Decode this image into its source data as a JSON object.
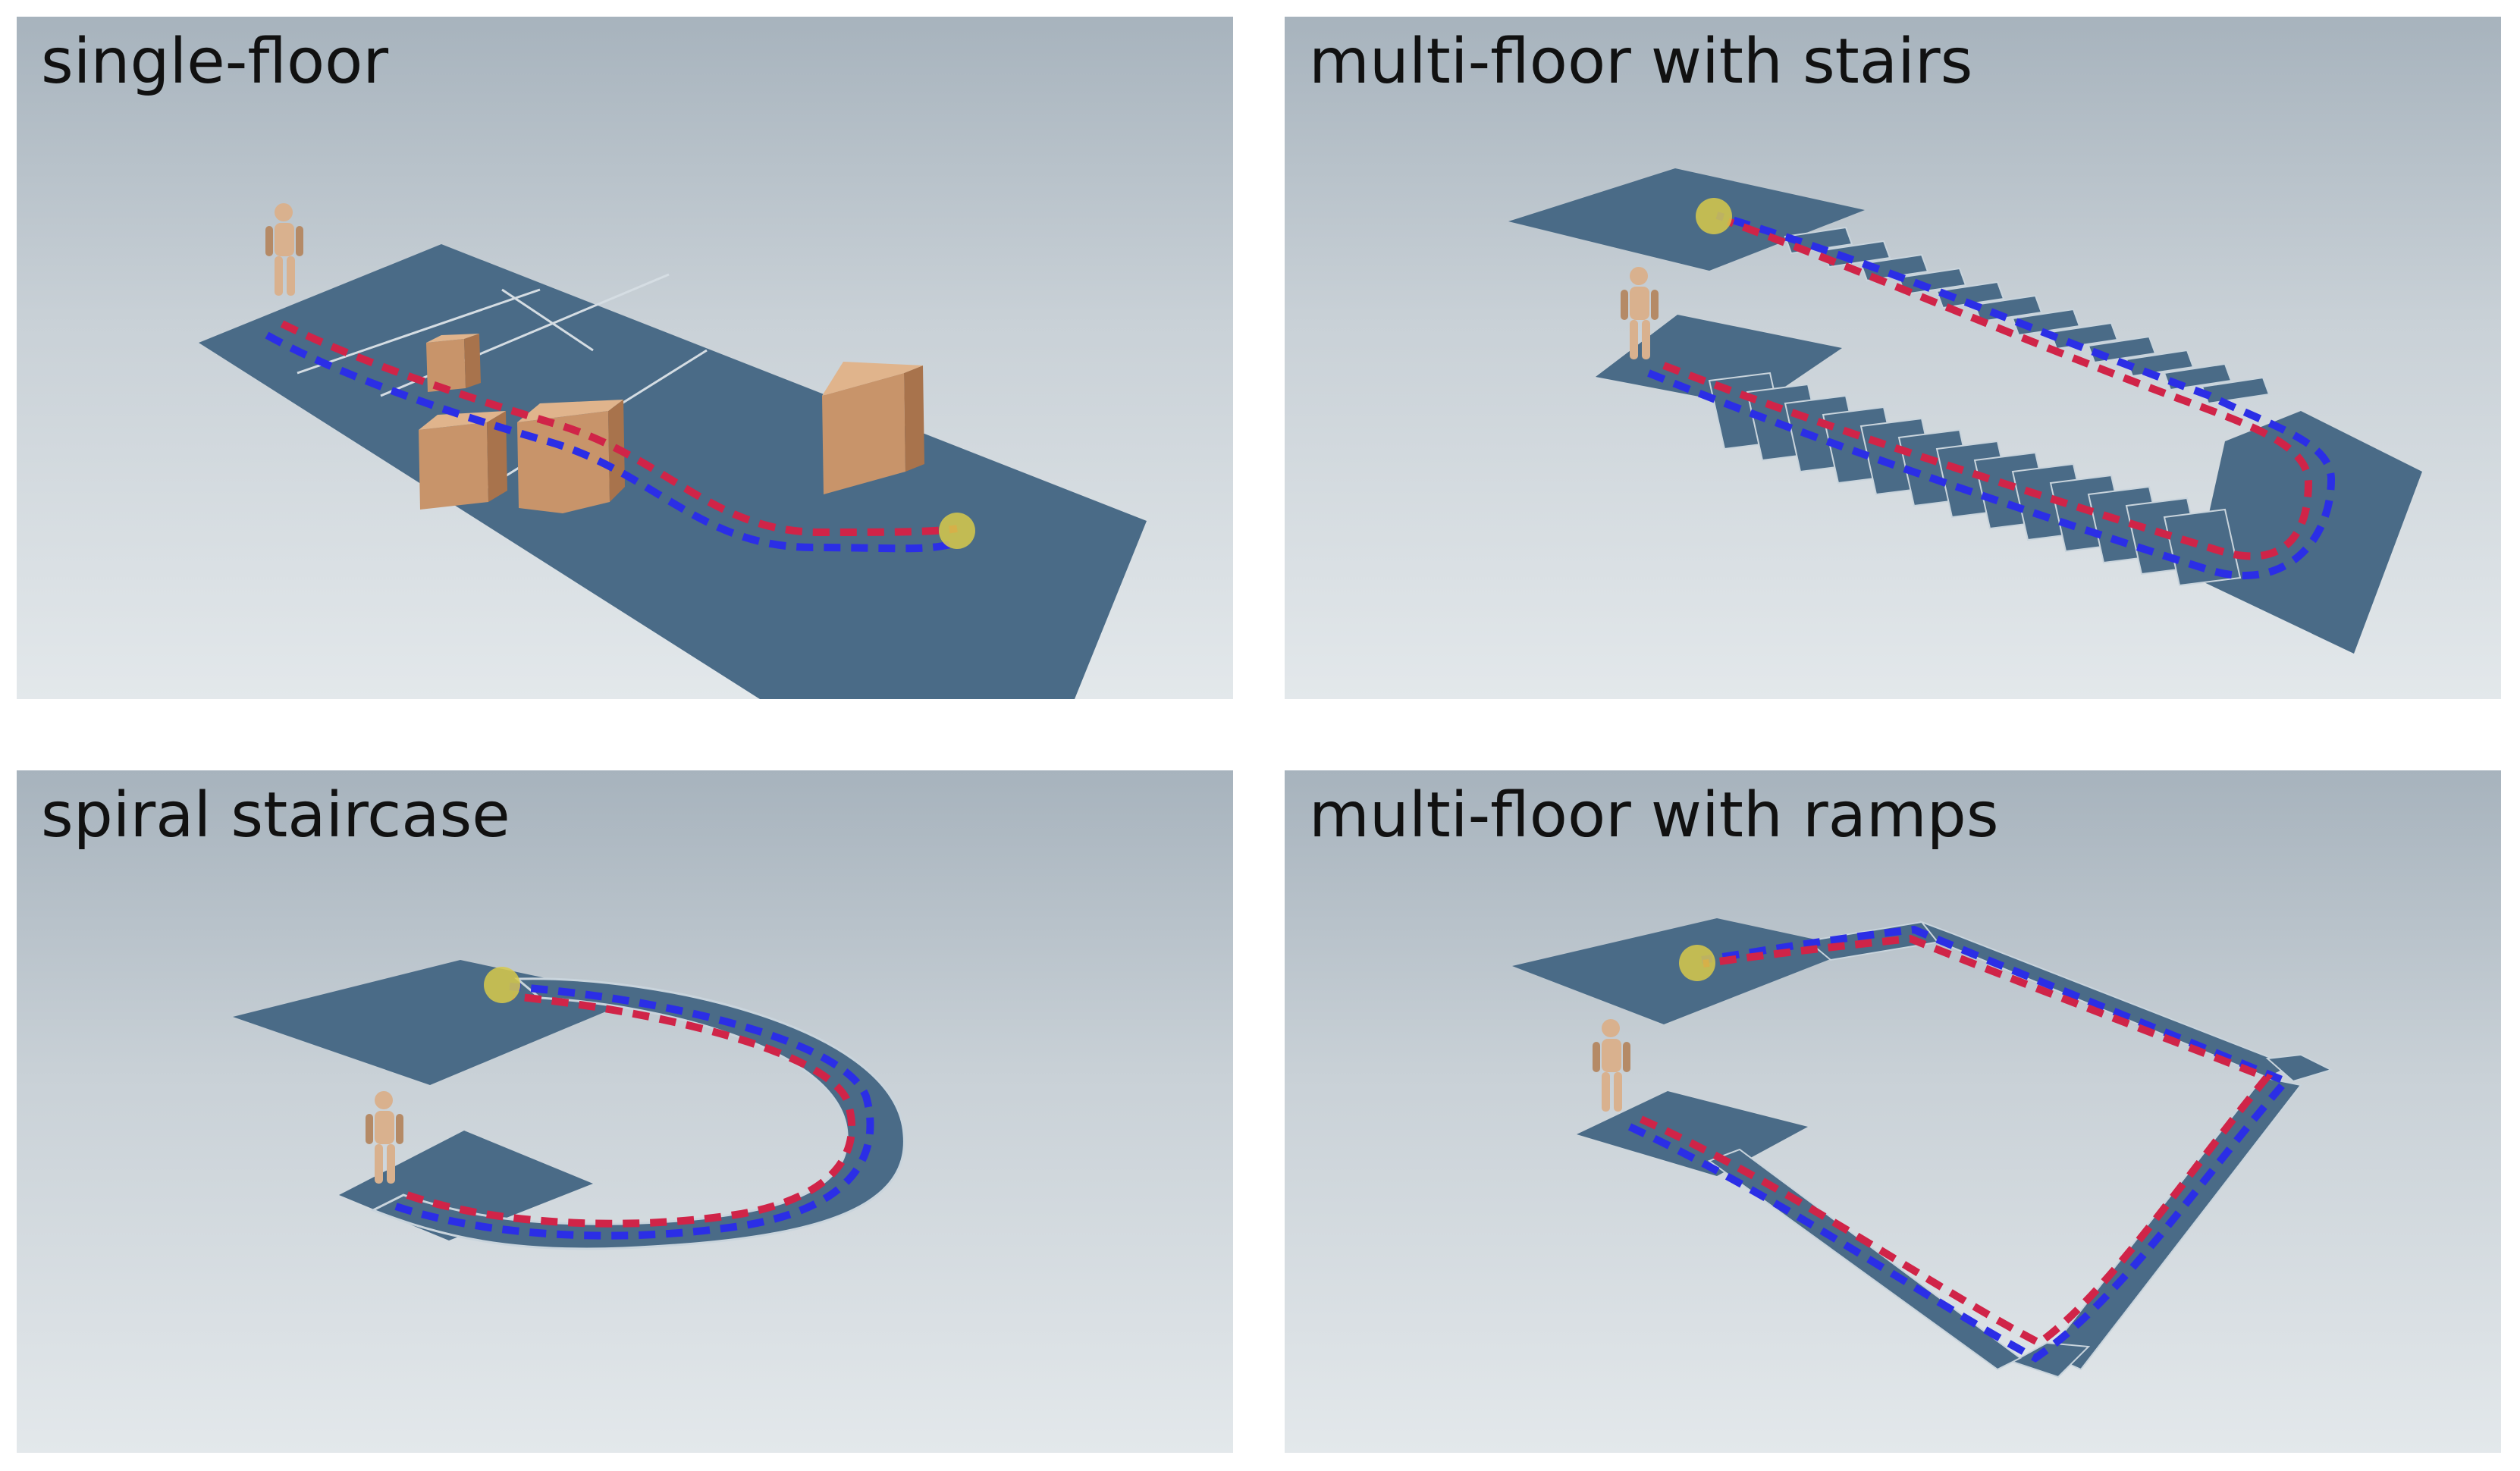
{
  "panels": [
    {
      "id": "p1",
      "title": "single-floor"
    },
    {
      "id": "p2",
      "title": "multi-floor with stairs"
    },
    {
      "id": "p3",
      "title": "spiral staircase"
    },
    {
      "id": "p4",
      "title": "multi-floor with ramps"
    }
  ],
  "colors": {
    "floor": "#4a6b87",
    "left_footstep": "#2b2ee6",
    "right_footstep": "#d02448",
    "goal_marker": "#d7c94a",
    "box": "#c8946a"
  },
  "icons": [
    "humanoid-robot-icon",
    "goal-marker-icon"
  ]
}
